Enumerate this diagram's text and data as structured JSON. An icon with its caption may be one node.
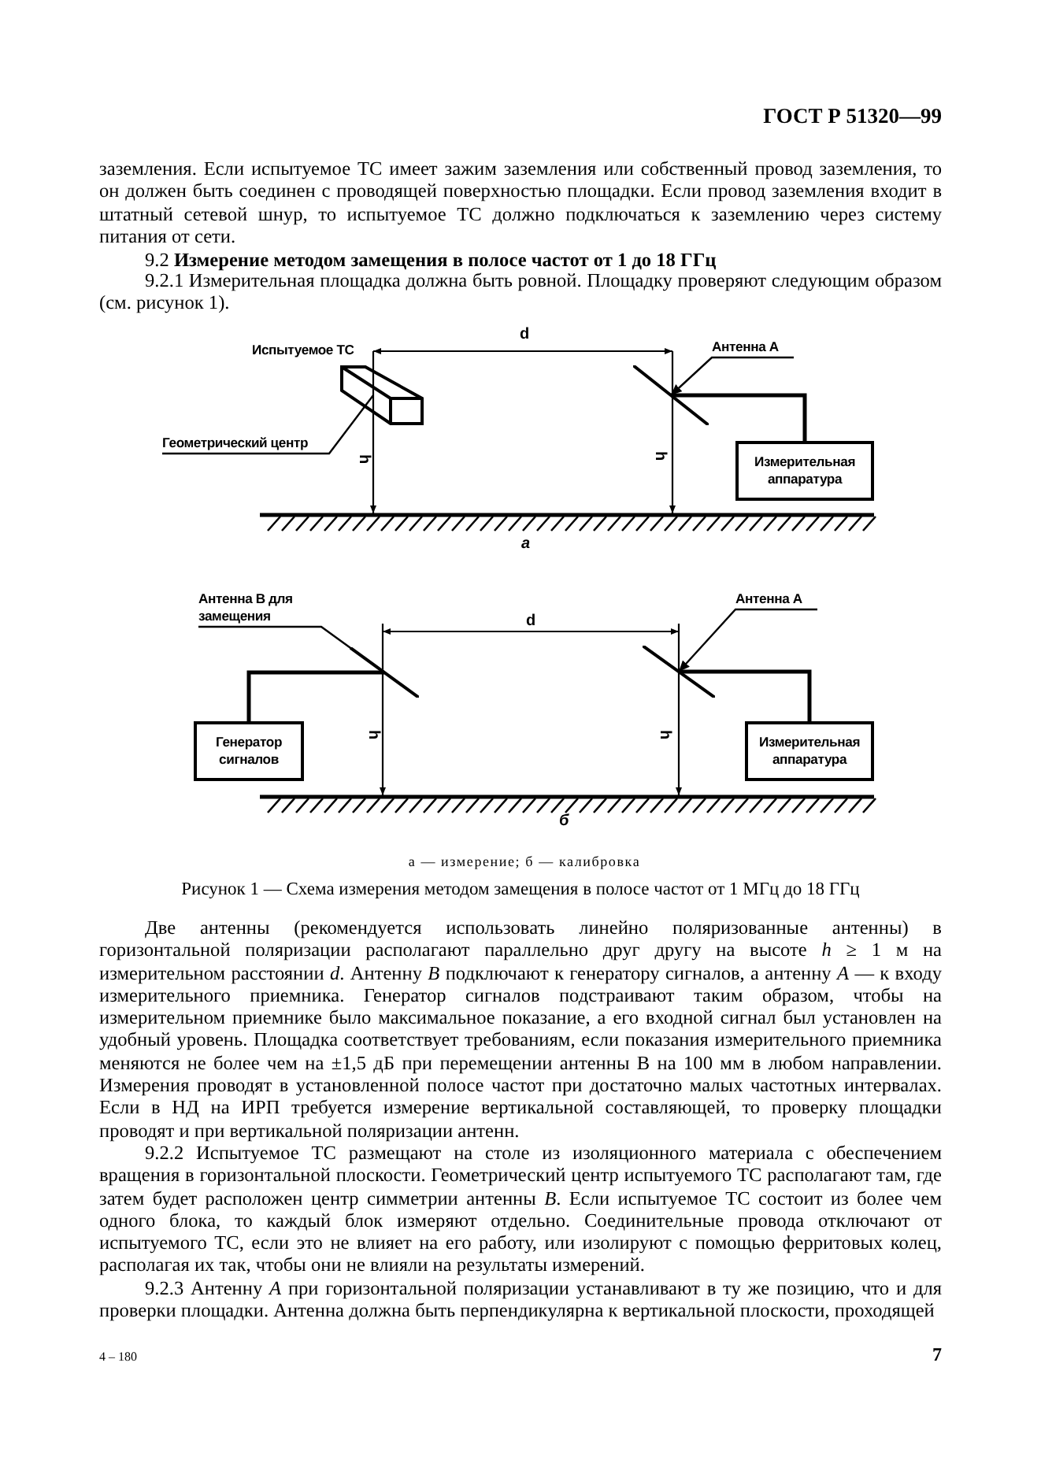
{
  "diagram": {
    "caption": "Рисунок 1 — Схема измерения методом замещения в полосе частот от 1 МГц до 18 ГГц",
    "nodes": [
      {
        "text": [
          "Испытуемое ТС"
        ]
      },
      {
        "text": [
          "Геометрический центр"
        ]
      },
      {
        "text": [
          "Антенна А"
        ]
      },
      {
        "text": [],
        "shape": "antenna"
      },
      {
        "text": [
          "Измерительная аппаратура"
        ]
      },
      {
        "text": [
          "Антенна В для замещения"
        ]
      },
      {
        "text": [],
        "shape": "antenna"
      },
      {
        "text": [
          "Генератор сигналов"
        ]
      },
      {
        "text": [
          "Антенна А"
        ]
      },
      {
        "text": [],
        "shape": "antenna"
      },
      {
        "text": [
          "Измерительная аппаратура"
        ]
      }
    ],
    "edges": [
      {
        "from": 1,
        "to": 0,
        "arrow": "none"
      },
      {
        "from": 2,
        "to": 3,
        "arrow": "to"
      },
      {
        "from": 3,
        "to": 4,
        "arrow": "none"
      },
      {
        "from": 5,
        "to": 6,
        "arrow": "none"
      },
      {
        "from": 6,
        "to": 7,
        "arrow": "none"
      },
      {
        "from": 8,
        "to": 9,
        "arrow": "to"
      },
      {
        "from": 9,
        "to": 10,
        "arrow": "none"
      }
    ],
    "labels": [
      "ГОСТ Р 51320—99",
      "заземления. Если испытуемое ТС имеет зажим заземления или собственный провод заземления, то он должен быть соединен с проводящей поверхностью площадки. Если провод заземления входит в штатный сетевой шнур, то испытуемое ТС должно подключаться к заземлению через систему питания от сети.",
      "9.2 **Измерение методом замещения в полосе частот от 1 до 18 ГГц**",
      "9.2.1 Измерительная площадка должна быть ровной. Площадку проверяют следующим образом (см. рисунок 1).",
      "d",
      "h",
      "h",
      "а",
      "d",
      "h",
      "h",
      "б",
      "а — измерение; б — калибровка",
      "Две антенны (рекомендуется использовать линейно поляризованные антенны) в горизонтальной поляризации располагают параллельно друг другу на высоте *h* ≥ 1 м на измерительном расстоянии *d*. Антенну *В* подключают к генератору сигналов, а антенну *А* — к входу измерительного приемника. Генератор сигналов подстраивают таким образом, чтобы на измерительном приемнике было максимальное показание, а его входной сигнал был установлен на удобный уровень. Площадка соответствует требованиям, если показания измерительного приемника меняются не более чем на ±1,5 дБ при перемещении антенны В на 100 мм в любом направлении. Измерения проводят в установленной полосе частот при достаточно малых частотных интервалах. Если в НД на ИРП требуется измерение вертикальной составляющей, то проверку площадки проводят и при вертикальной поляризации антенн.",
      "9.2.2 Испытуемое ТС размещают на столе из изоляционного материала с обеспечением вращения в горизонтальной плоскости. Геометрический центр испытуемого ТС располагают там, где затем будет расположен центр симметрии антенны *В*. Если испытуемое ТС состоит из более чем одного блока, то каждый блок измеряют отдельно. Соединительные провода отключают от испытуемого ТС, если это не влияет на его работу, или изолируют с помощью ферритовых колец, располагая их так, чтобы они не влияли на результаты измерений.",
      "9.2.3 Антенну *А* при горизонтальной поляризации устанавливают в ту же позицию, что и для проверки площадки. Антенна должна быть перпендикулярна к вертикальной плоскости, проходящей",
      "4 – 180",
      "7"
    ]
  }
}
